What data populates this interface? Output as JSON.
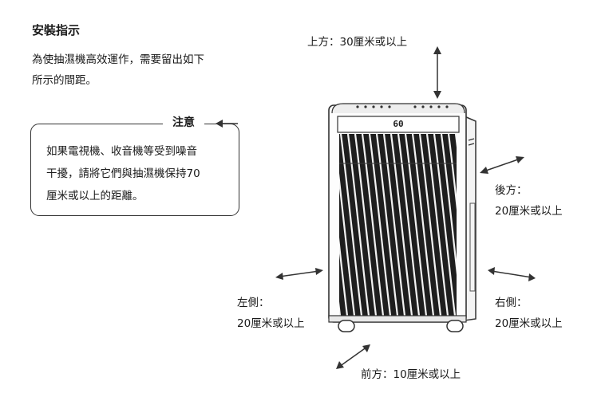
{
  "heading": "安裝指示",
  "intro": [
    "為使抽濕機高效運作，需要留出如下",
    "所示的間距。"
  ],
  "note": {
    "title": "注意",
    "lines": [
      "如果電視機、收音機等受到噪音",
      "干擾，請將它們與抽濕機保持70",
      "厘米或以上的距離。"
    ]
  },
  "device": {
    "display": "60"
  },
  "clearances": {
    "top": "上方：30厘米或以上",
    "back_label": "後方：",
    "back_value": "20厘米或以上",
    "left_label": "左側：",
    "left_value": "20厘米或以上",
    "right_label": "右側：",
    "right_value": "20厘米或以上",
    "front": "前方：10厘米或以上"
  },
  "colors": {
    "text": "#1a1a1a",
    "line": "#333333",
    "grille": "#2a2a2a"
  }
}
